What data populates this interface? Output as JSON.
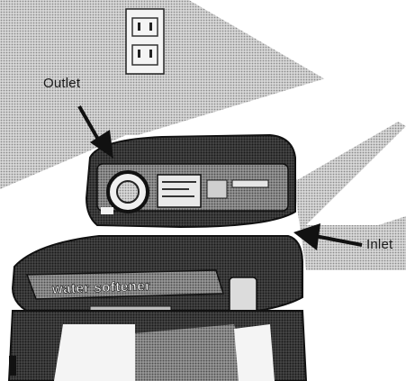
{
  "labels": {
    "outlet": "Outlet",
    "inlet": "Inlet"
  },
  "product": {
    "brand_text": "water softener"
  },
  "colors": {
    "halftone_dark": "#3a3a3a",
    "halftone_mid": "#8c8c8c",
    "halftone_light": "#c9c9c9",
    "ink": "#111111",
    "paper": "#ffffff"
  },
  "icons": {
    "wall_outlet": "electrical-outlet-icon",
    "outlet_arrow": "arrow-down-right-icon",
    "inlet_arrow": "arrow-left-icon"
  }
}
